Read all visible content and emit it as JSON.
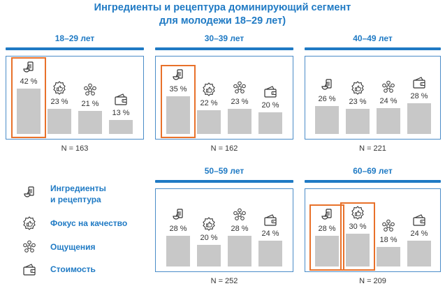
{
  "title_line1": "Ингредиенты и рецептура доминирующий сегмент",
  "title_line2": "для молодежи 18–29 лет)",
  "chart_data": {
    "type": "bar",
    "categories": [
      "Ингредиенты и рецептура",
      "Фокус на качество",
      "Ощущения",
      "Стоимость"
    ],
    "unit": "%",
    "panels": [
      {
        "title": "18–29 лет",
        "n_label": "N = 163",
        "values": [
          42,
          23,
          21,
          13
        ],
        "value_labels": [
          "42 %",
          "23 %",
          "21 %",
          "13 %"
        ],
        "highlight": [
          0
        ]
      },
      {
        "title": "30–39 лет",
        "n_label": "N = 162",
        "values": [
          35,
          22,
          23,
          20
        ],
        "value_labels": [
          "35 %",
          "22 %",
          "23 %",
          "20 %"
        ],
        "highlight": [
          0
        ]
      },
      {
        "title": "40–49 лет",
        "n_label": "N = 221",
        "values": [
          26,
          23,
          24,
          28
        ],
        "value_labels": [
          "26 %",
          "23 %",
          "24 %",
          "28 %"
        ],
        "highlight": []
      },
      {
        "title": "50–59 лет",
        "n_label": "N = 252",
        "values": [
          28,
          20,
          28,
          24
        ],
        "value_labels": [
          "28 %",
          "20 %",
          "28 %",
          "24 %"
        ],
        "highlight": []
      },
      {
        "title": "60–69 лет",
        "n_label": "N = 209",
        "values": [
          28,
          30,
          18,
          24
        ],
        "value_labels": [
          "28 %",
          "30 %",
          "18 %",
          "24 %"
        ],
        "highlight": [
          0,
          1
        ]
      }
    ],
    "bar_color": "#c8c8c8",
    "highlight_color": "#e8712a",
    "title_color": "#1f7ac4"
  },
  "legend": [
    {
      "line1": "Ингредиенты",
      "line2": "и рецептура",
      "icon": "ingredients-icon"
    },
    {
      "line1": "Фокус на качество",
      "line2": "",
      "icon": "quality-icon"
    },
    {
      "line1": "Ощущения",
      "line2": "",
      "icon": "sensation-icon"
    },
    {
      "line1": "Стоимость",
      "line2": "",
      "icon": "wallet-icon"
    }
  ]
}
